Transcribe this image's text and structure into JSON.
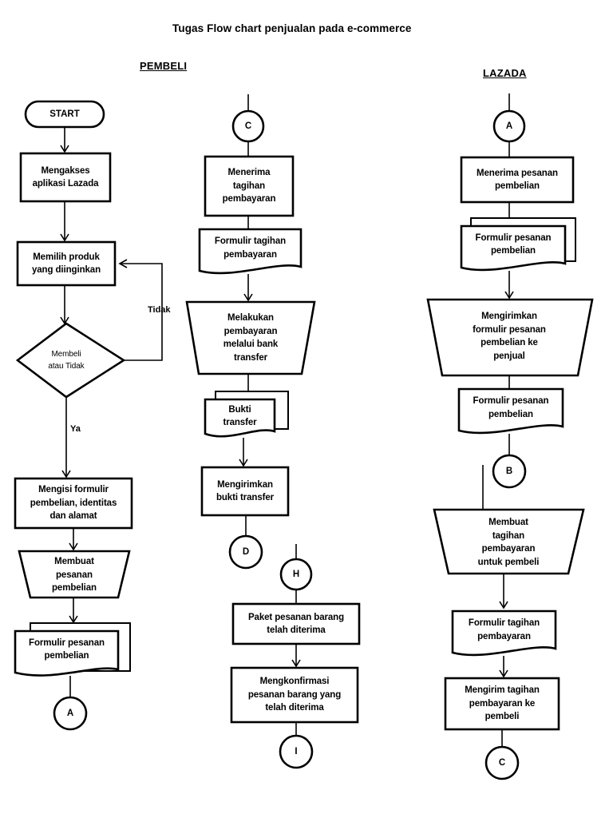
{
  "title": "Tugas Flow chart penjualan pada e-commerce",
  "columns": [
    {
      "id": "col-pembeli",
      "label": "PEMBELI"
    },
    {
      "id": "col-lazada",
      "label": "LAZADA"
    }
  ],
  "edge_labels": {
    "ya": "Ya",
    "tidak": "Tidak"
  },
  "nodes": {
    "start": {
      "label": "START",
      "shape": "terminator"
    },
    "p1": {
      "label": "Mengakses\naplikasi Lazada",
      "shape": "process"
    },
    "p2": {
      "label": "Memilih produk\nyang diinginkan",
      "shape": "process"
    },
    "d1": {
      "label": "Membeli\natau Tidak",
      "shape": "decision"
    },
    "p3": {
      "label": "Mengisi formulir\npembelian, identitas\ndan alamat",
      "shape": "process"
    },
    "t1": {
      "label": "Membuat\npesanan\npembelian",
      "shape": "manual-operation"
    },
    "md1": {
      "label": "Formulir pesanan\npembelian",
      "shape": "multi-document"
    },
    "conn_a_out": {
      "label": "A",
      "shape": "connector"
    },
    "conn_c_in": {
      "label": "C",
      "shape": "connector"
    },
    "p4": {
      "label": "Menerima\ntagihan\npembayaran",
      "shape": "process"
    },
    "doc1": {
      "label": "Formulir tagihan\npembayaran",
      "shape": "document"
    },
    "t2": {
      "label": "Melakukan\npembayaran\nmelalui bank\ntransfer",
      "shape": "manual-operation"
    },
    "md2": {
      "label": "Bukti\ntransfer",
      "shape": "multi-document"
    },
    "p5": {
      "label": "Mengirimkan\nbukti transfer",
      "shape": "process"
    },
    "conn_d_out": {
      "label": "D",
      "shape": "connector"
    },
    "conn_h_in": {
      "label": "H",
      "shape": "connector"
    },
    "p6": {
      "label": "Paket pesanan barang\ntelah diterima",
      "shape": "process"
    },
    "p7": {
      "label": "Mengkonfirmasi\npesanan barang yang\ntelah diterima",
      "shape": "process"
    },
    "conn_i_out": {
      "label": "I",
      "shape": "connector"
    },
    "conn_a_in": {
      "label": "A",
      "shape": "connector"
    },
    "p8": {
      "label": "Menerima pesanan\npembelian",
      "shape": "process"
    },
    "md3": {
      "label": "Formulir pesanan\npembelian",
      "shape": "multi-document"
    },
    "t3": {
      "label": "Mengirimkan\nformulir pesanan\npembelian ke\npenjual",
      "shape": "manual-operation"
    },
    "doc2": {
      "label": "Formulir pesanan\npembelian",
      "shape": "document"
    },
    "conn_b_out": {
      "label": "B",
      "shape": "connector"
    },
    "t4": {
      "label": "Membuat\ntagihan\npembayaran\nuntuk pembeli",
      "shape": "manual-operation"
    },
    "doc3": {
      "label": "Formulir tagihan\npembayaran",
      "shape": "document"
    },
    "p9": {
      "label": "Mengirim tagihan\npembayaran ke\npembeli",
      "shape": "process"
    },
    "conn_c_out": {
      "label": "C",
      "shape": "connector"
    }
  },
  "colors": {
    "stroke": "#000000",
    "fill": "#ffffff",
    "text": "#000000"
  }
}
